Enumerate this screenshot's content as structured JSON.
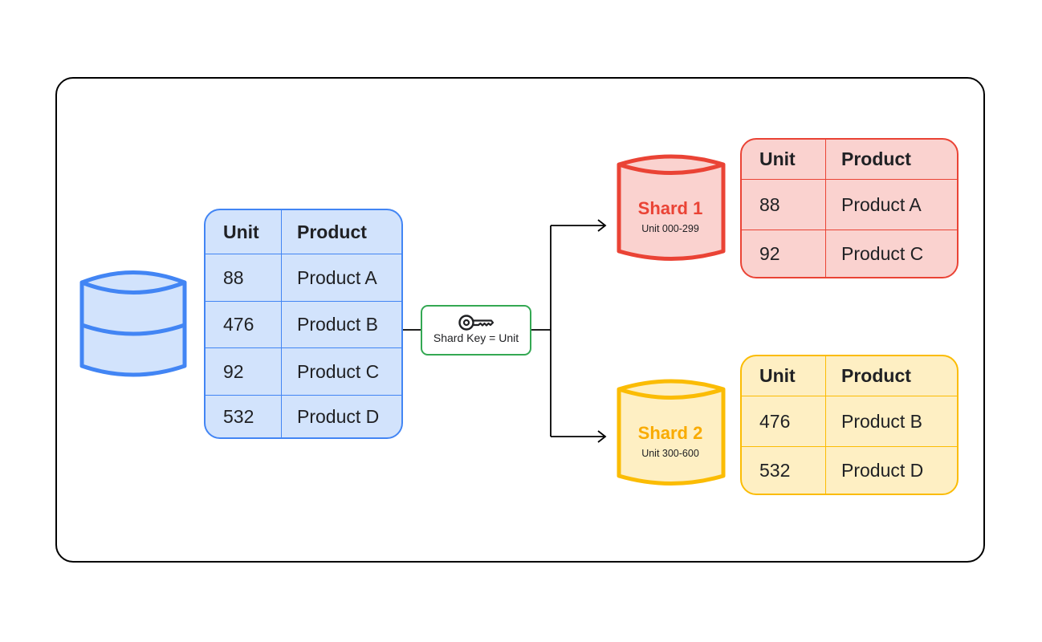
{
  "colors": {
    "blue": "#4285f4",
    "blue_fill": "#d2e3fc",
    "red": "#ea4335",
    "red_fill": "#fad2cf",
    "yellow": "#fbbc04",
    "yellow_fill": "#feefc3",
    "green": "#34a853"
  },
  "source_table": {
    "headers": [
      "Unit",
      "Product"
    ],
    "rows": [
      [
        "88",
        "Product A"
      ],
      [
        "476",
        "Product B"
      ],
      [
        "92",
        "Product C"
      ],
      [
        "532",
        "Product D"
      ]
    ]
  },
  "shard_key": {
    "icon": "key-icon",
    "label": "Shard Key = Unit"
  },
  "shards": [
    {
      "name": "Shard 1",
      "range": "Unit 000-299",
      "headers": [
        "Unit",
        "Product"
      ],
      "rows": [
        [
          "88",
          "Product A"
        ],
        [
          "92",
          "Product C"
        ]
      ]
    },
    {
      "name": "Shard 2",
      "range": "Unit 300-600",
      "headers": [
        "Unit",
        "Product"
      ],
      "rows": [
        [
          "476",
          "Product B"
        ],
        [
          "532",
          "Product D"
        ]
      ]
    }
  ]
}
